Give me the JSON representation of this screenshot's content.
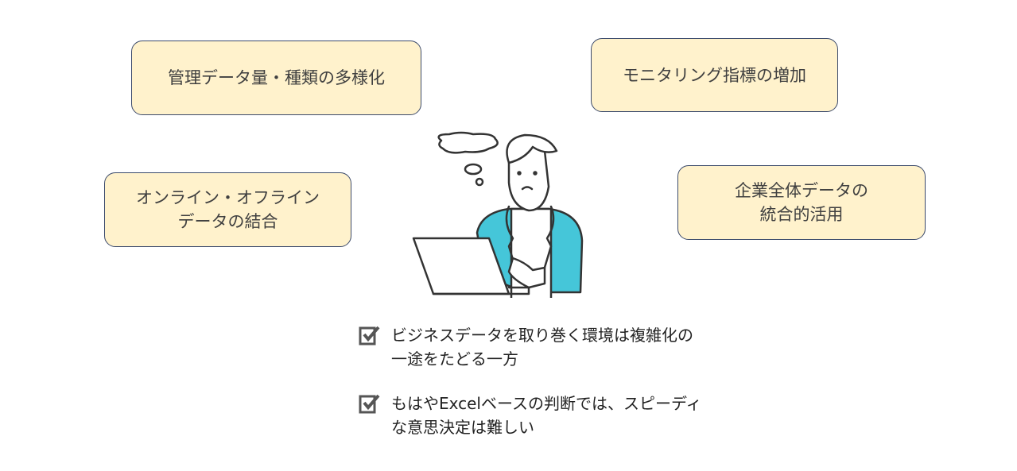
{
  "boxes": [
    {
      "text": "管理データ量・種類の多様化"
    },
    {
      "text": "モニタリング指標の増加"
    },
    {
      "text": "オンライン・オフライン\nデータの結合"
    },
    {
      "text": "企業全体データの\n統合的活用"
    }
  ],
  "bullets": [
    {
      "icon": "checkbox-checked-icon",
      "text": "ビジネスデータを取り巻く環境は複雑化の\n一途をたどる一方"
    },
    {
      "icon": "checkbox-checked-icon",
      "text": "もはやExcelベースの判断では、スピーディ\nな意思決定は難しい"
    }
  ],
  "colors": {
    "box_fill": "#fff2cc",
    "box_border": "#3b4a6b",
    "jacket": "#45c6d9"
  }
}
